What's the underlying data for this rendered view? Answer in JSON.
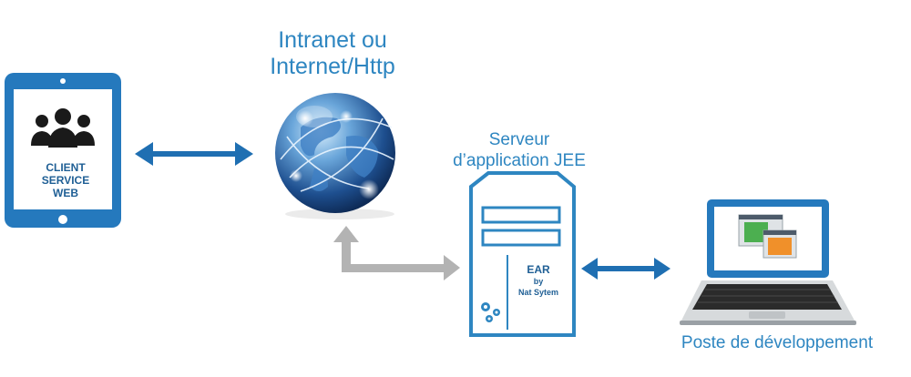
{
  "network": {
    "title_line1": "Intranet ou",
    "title_line2": "Internet/Http"
  },
  "client": {
    "line1": "CLIENT",
    "line2": "SERVICE",
    "line3": "WEB"
  },
  "server": {
    "title_line1": "Serveur",
    "title_line2": "d’application JEE",
    "ear_label": "EAR",
    "by_label": "by",
    "vendor_label": "Nat Sytem"
  },
  "workstation": {
    "title": "Poste de développement"
  },
  "colors": {
    "accent": "#2e86c1",
    "dark_blue": "#1f6fb2",
    "arrow_gray": "#b3b3b3",
    "window_green": "#4caf50",
    "window_orange": "#f0902a"
  }
}
